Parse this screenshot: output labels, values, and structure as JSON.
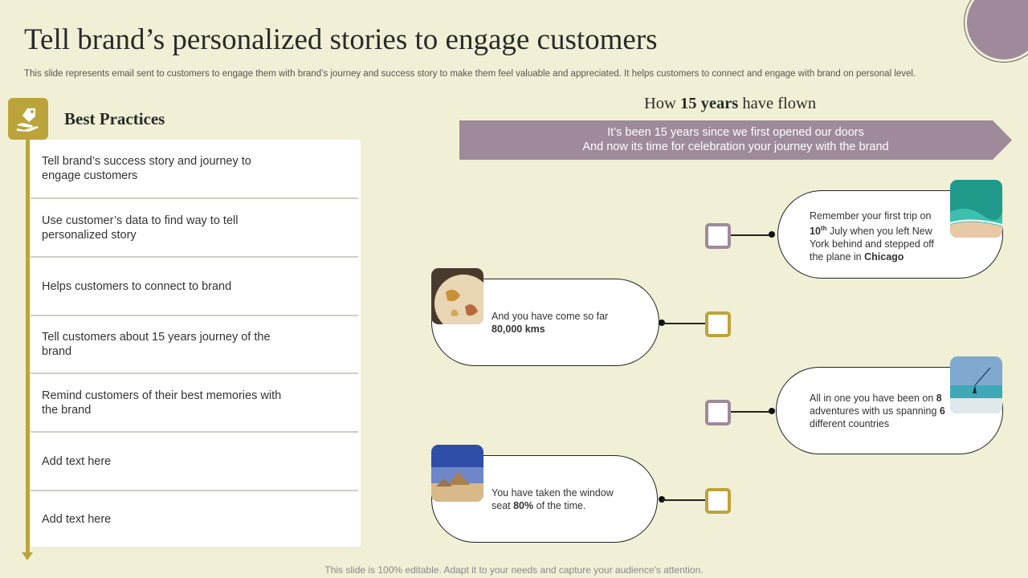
{
  "title": "Tell brand’s personalized stories to engage customers",
  "subtitle": "This slide represents email sent to customers to engage them with brand’s journey and success story to make them feel valuable and appreciated. It helps customers to connect and engage with brand on personal level.",
  "best_practices": {
    "heading": "Best Practices",
    "icon": "hand-tag-icon",
    "items": [
      "Tell brand’s success story and journey to engage customers",
      "Use customer’s data to find way to tell personalized story",
      "Helps customers to connect to brand",
      "Tell customers about 15 years journey of the brand",
      "Remind customers of their best memories with the brand",
      "Add text here",
      "Add text here"
    ]
  },
  "flown": {
    "pre": "How ",
    "bold": "15 years",
    "post": " have flown"
  },
  "banner": {
    "line1": "It’s been 15 years since we first opened our doors",
    "line2": "And now its time for celebration your journey with the brand"
  },
  "stories": {
    "trip": {
      "a": "Remember your first trip on ",
      "b": "10",
      "sup": "th",
      "c": " July when you left New York behind and stepped off the plane in ",
      "d": "Chicago"
    },
    "distance": {
      "a": "And you have come so far ",
      "b": "80,000 kms"
    },
    "adventures": {
      "a": "All in one you have been on ",
      "b": "8",
      "c": " adventures with us spanning ",
      "d": "6",
      "e": " different countries"
    },
    "window": {
      "a": "You have taken the window seat ",
      "b": "80%",
      "c": " of the time."
    }
  },
  "footer": "This slide is 100% editable. Adapt it to your needs and capture your audience's attention.",
  "colors": {
    "background": "#f1f0d6",
    "gold": "#bba43c",
    "mauve": "#9e8a9a"
  }
}
